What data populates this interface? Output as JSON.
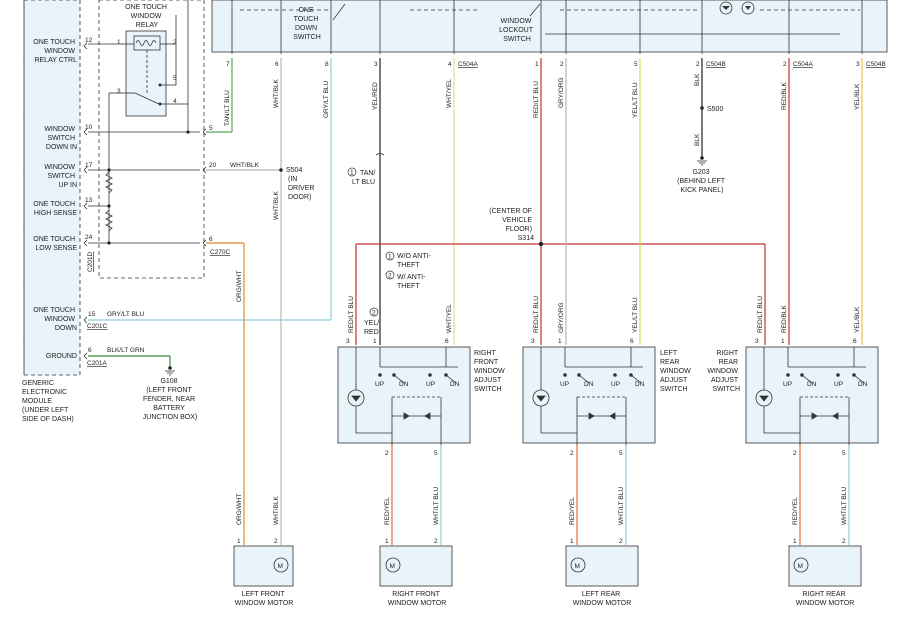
{
  "gem": {
    "title_lines": [
      "GENERIC",
      "ELECTRONIC",
      "MODULE",
      "(UNDER LEFT",
      "SIDE OF DASH)"
    ],
    "signals": [
      {
        "lines": [
          "ONE TOUCH",
          "WINDOW",
          "RELAY CTRL"
        ],
        "pin": "12"
      },
      {
        "lines": [
          "WINDOW",
          "SWITCH",
          "DOWN IN"
        ],
        "pin": "10"
      },
      {
        "lines": [
          "WINDOW",
          "SWITCH",
          "UP IN"
        ],
        "pin": "17"
      },
      {
        "lines": [
          "ONE TOUCH",
          "HIGH SENSE"
        ],
        "pin": "13"
      },
      {
        "lines": [
          "ONE TOUCH",
          "LOW SENSE"
        ],
        "pin": "24"
      },
      {
        "lines": [
          "ONE TOUCH",
          "WINDOW",
          "DOWN"
        ],
        "pin": "15"
      },
      {
        "lines": [
          "GROUND"
        ],
        "pin": "6"
      }
    ],
    "connectors": [
      "C201D",
      "C201C",
      "C201A"
    ]
  },
  "relay": {
    "title_lines": [
      "ONE TOUCH",
      "WINDOW",
      "RELAY"
    ],
    "pins": [
      "1",
      "2",
      "3",
      "4",
      "5"
    ]
  },
  "inner": {
    "pins": [
      "5",
      "20",
      "6"
    ],
    "wire_20": "WHT/BLK",
    "connector": "C270C"
  },
  "gem_wires": {
    "pin15": "GRY/LT BLU",
    "pin6": "BLK/LT GRN"
  },
  "ground_g108": {
    "name": "G108",
    "lines": [
      "(LEFT FRONT",
      "FENDER, NEAR",
      "BATTERY",
      "JUNCTION BOX)"
    ]
  },
  "master": {
    "one_touch_lines": [
      "ONE",
      "TOUCH",
      "DOWN",
      "SWITCH"
    ],
    "lockout_lines": [
      "WINDOW",
      "LOCKOUT",
      "SWITCH"
    ],
    "pins": [
      "7",
      "6",
      "8",
      "3",
      "4",
      "1",
      "2",
      "5",
      "2",
      "2",
      "3"
    ],
    "connectors": [
      "C504A",
      "C504B",
      "C504A",
      "C504B"
    ]
  },
  "wires": {
    "tan_lt_blu": "TAN/LT BLU",
    "wht_blk": "WHT/BLK",
    "gry_lt_blu": "GRY/LT BLU",
    "yel_red": "YEL/RED",
    "wht_yel": "WHT/YEL",
    "red_lt_blu": "RED/LT BLU",
    "gry_org": "GRY/ORG",
    "yel_lt_blu": "YEL/LT BLU",
    "blk": "BLK",
    "red_blk": "RED/BLK",
    "yel_blk": "YEL/BLK",
    "org_wht": "ORG/WHT",
    "red_yel": "RED/YEL",
    "wht_lt_blu": "WHT/LT BLU"
  },
  "splices": {
    "s504": {
      "name": "S504",
      "lines": [
        "(IN",
        "DRIVER",
        "DOOR)"
      ]
    },
    "s500": {
      "name": "S500"
    },
    "s314": {
      "lines": [
        "(CENTER OF",
        "VEHICLE",
        "FLOOR)"
      ],
      "name": "S314"
    }
  },
  "ground_g203": {
    "name": "G203",
    "lines": [
      "(BEHIND LEFT",
      "KICK PANEL)"
    ]
  },
  "notes": {
    "n1": {
      "num": "1",
      "lines": [
        "W/O ANTI-",
        "THEFT"
      ]
    },
    "n2": {
      "num": "2",
      "lines": [
        "W/ ANTI-",
        "THEFT"
      ]
    },
    "tan_note": {
      "num": "1",
      "lines": [
        "TAN/",
        "LT BLU"
      ]
    },
    "yel_note": {
      "num": "2",
      "lines": [
        "YEL/",
        "RED"
      ]
    }
  },
  "switches": [
    {
      "title_lines": [
        "RIGHT",
        "FRONT",
        "WINDOW",
        "ADJUST",
        "SWITCH"
      ],
      "pins": [
        "3",
        "1",
        "6",
        "2",
        "5"
      ]
    },
    {
      "title_lines": [
        "LEFT",
        "REAR",
        "WINDOW",
        "ADJUST",
        "SWITCH"
      ],
      "pins": [
        "3",
        "1",
        "6",
        "2",
        "5"
      ]
    },
    {
      "title_lines": [
        "RIGHT",
        "REAR",
        "WINDOW",
        "ADJUST",
        "SWITCH"
      ],
      "pins": [
        "3",
        "1",
        "6",
        "2",
        "5"
      ]
    }
  ],
  "switch_contacts": {
    "up": "UP",
    "dn": "DN"
  },
  "motors": [
    {
      "lines": [
        "LEFT FRONT",
        "WINDOW MOTOR"
      ],
      "pins": [
        "1",
        "2"
      ],
      "symbol": "M"
    },
    {
      "lines": [
        "RIGHT FRONT",
        "WINDOW MOTOR"
      ],
      "pins": [
        "1",
        "2"
      ],
      "symbol": "M"
    },
    {
      "lines": [
        "LEFT REAR",
        "WINDOW MOTOR"
      ],
      "pins": [
        "1",
        "2"
      ],
      "symbol": "M"
    },
    {
      "lines": [
        "RIGHT REAR",
        "WINDOW MOTOR"
      ],
      "pins": [
        "1",
        "2"
      ],
      "symbol": "M"
    }
  ],
  "colors": {
    "module_fill": "#e8f4fa",
    "line": "#333333",
    "tan_lt_blu": "#5aa35a",
    "gray": "#b8b8b8",
    "lt_blu": "#8ccfd9",
    "black": "#222222",
    "yellow": "#e8d98c",
    "red": "#c43030",
    "yel_lt_blu": "#c6e35a",
    "orange": "#e0882e",
    "red_yel": "#e06a2e",
    "green": "#3f8a3f",
    "yel_blk": "#e8c44a"
  }
}
